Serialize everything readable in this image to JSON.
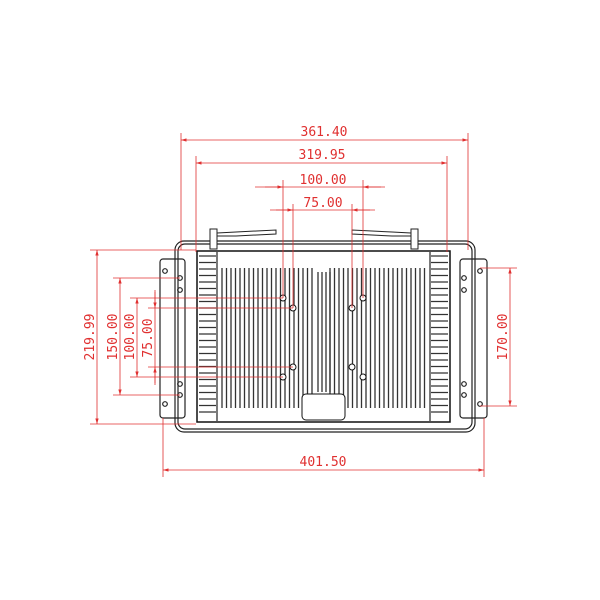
{
  "colors": {
    "dimension": "#e03030",
    "outline": "#222222"
  },
  "dimensions": {
    "overall_width": "361.40",
    "heatsink_width": "319.95",
    "vesa_100_h": "100.00",
    "vesa_75_h": "75.00",
    "overall_height": "219.99",
    "bracket_150": "150.00",
    "vesa_100_v": "100.00",
    "vesa_75_v": "75.00",
    "bracket_170": "170.00",
    "bracket_width": "401.50"
  }
}
